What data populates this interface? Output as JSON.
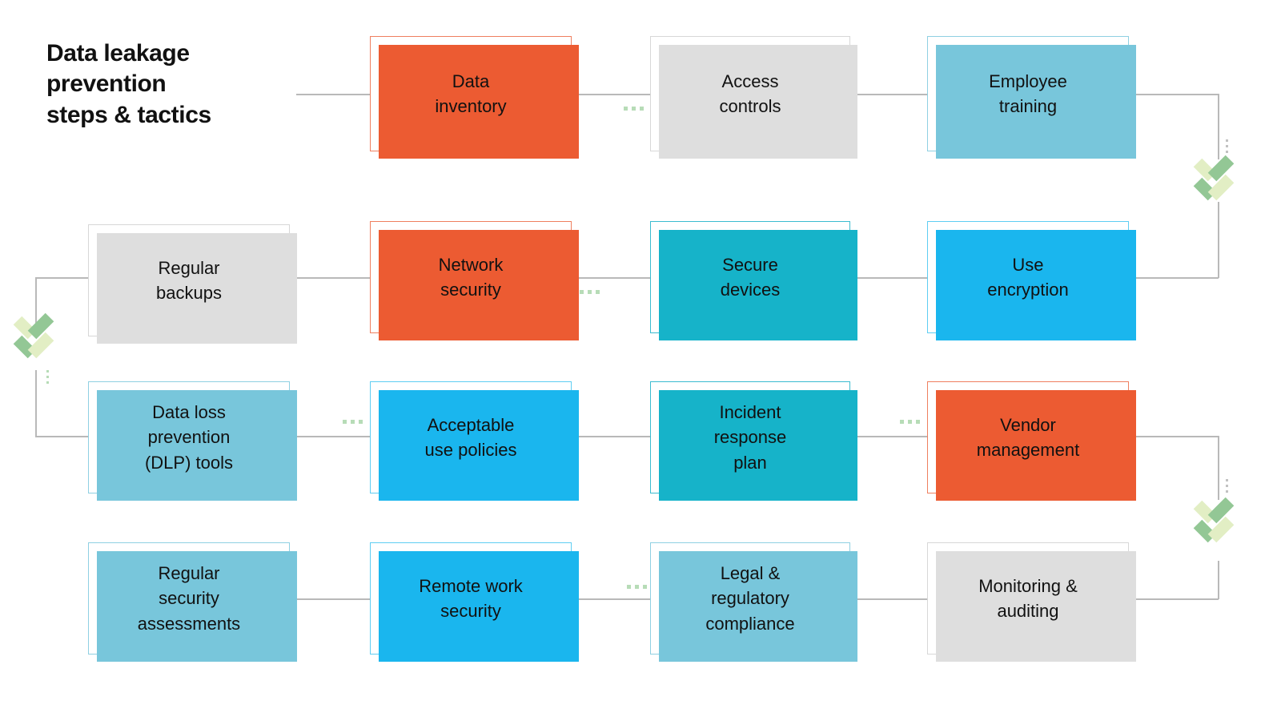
{
  "title": "Data leakage\nprevention\nsteps & tactics",
  "colors": {
    "orange": "#ec5b32",
    "grey": "#dedede",
    "skyblue": "#78c6db",
    "teal": "#16b3c9",
    "cyan": "#1ab6ee",
    "chevron_light": "#e2eec4",
    "chevron_dark": "#93c795",
    "line": "#b9b9b9",
    "text": "#111111"
  },
  "nodes": [
    {
      "id": "data-inventory",
      "label": "Data\ninventory",
      "color": "orange",
      "row": 1,
      "col": 2
    },
    {
      "id": "access-controls",
      "label": "Access\ncontrols",
      "color": "grey",
      "row": 1,
      "col": 3
    },
    {
      "id": "employee-training",
      "label": "Employee\ntraining",
      "color": "skyblue",
      "row": 1,
      "col": 4
    },
    {
      "id": "regular-backups",
      "label": "Regular\nbackups",
      "color": "grey",
      "row": 2,
      "col": 1
    },
    {
      "id": "network-security",
      "label": "Network\nsecurity",
      "color": "orange",
      "row": 2,
      "col": 2
    },
    {
      "id": "secure-devices",
      "label": "Secure\ndevices",
      "color": "teal",
      "row": 2,
      "col": 3
    },
    {
      "id": "use-encryption",
      "label": "Use\nencryption",
      "color": "cyan",
      "row": 2,
      "col": 4
    },
    {
      "id": "dlp-tools",
      "label": "Data loss\nprevention\n(DLP) tools",
      "color": "skyblue",
      "row": 3,
      "col": 1
    },
    {
      "id": "acceptable-use",
      "label": "Acceptable\nuse policies",
      "color": "cyan",
      "row": 3,
      "col": 2
    },
    {
      "id": "incident-response",
      "label": "Incident\nresponse\nplan",
      "color": "teal",
      "row": 3,
      "col": 3
    },
    {
      "id": "vendor-management",
      "label": "Vendor\nmanagement",
      "color": "orange",
      "row": 3,
      "col": 4
    },
    {
      "id": "security-assessments",
      "label": "Regular\nsecurity\nassessments",
      "color": "skyblue",
      "row": 4,
      "col": 1
    },
    {
      "id": "remote-work",
      "label": "Remote work\nsecurity",
      "color": "cyan",
      "row": 4,
      "col": 2
    },
    {
      "id": "legal-compliance",
      "label": "Legal &\nregulatory\ncompliance",
      "color": "skyblue",
      "row": 4,
      "col": 3
    },
    {
      "id": "monitoring-auditing",
      "label": "Monitoring &\nauditing",
      "color": "grey",
      "row": 4,
      "col": 4
    }
  ],
  "flow": {
    "direction_markers": 4,
    "ellipsis_markers": 7,
    "description": "serpentine left-to-right then right-to-left flow"
  }
}
